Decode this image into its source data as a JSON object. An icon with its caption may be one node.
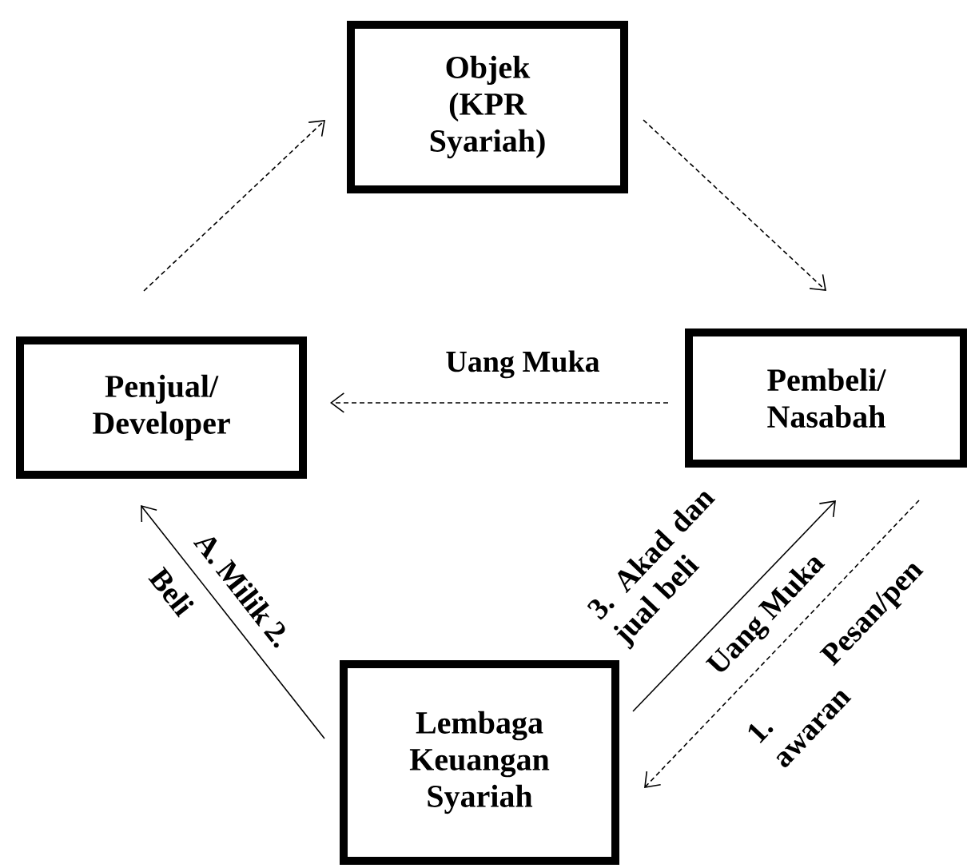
{
  "diagram": {
    "nodes": [
      {
        "text": [
          "Objek (KPR Syariah)"
        ]
      },
      {
        "text": [
          "Penjual/ Developer"
        ]
      },
      {
        "text": [
          "Pembeli/ Nasabah"
        ]
      },
      {
        "text": [
          "Lembaga Keuangan Syariah"
        ]
      }
    ],
    "edges": [
      {
        "from": 1,
        "to": 0,
        "arrow": "to",
        "style": "dashed"
      },
      {
        "from": 0,
        "to": 2,
        "arrow": "to",
        "style": "dashed"
      },
      {
        "from": 2,
        "to": 1,
        "arrow": "to",
        "style": "dashed",
        "label": "Uang Muka"
      },
      {
        "from": 3,
        "to": 1,
        "arrow": "to",
        "label": "A. Milik 2. Beli"
      },
      {
        "from": 3,
        "to": 2,
        "arrow": "to",
        "label": "Uang Muka"
      },
      {
        "from": 2,
        "to": 3,
        "arrow": "to",
        "style": "dashed",
        "label": "1. Pesan/pen awaran"
      }
    ],
    "labels": [
      "3. Akad dan jual beli"
    ]
  }
}
